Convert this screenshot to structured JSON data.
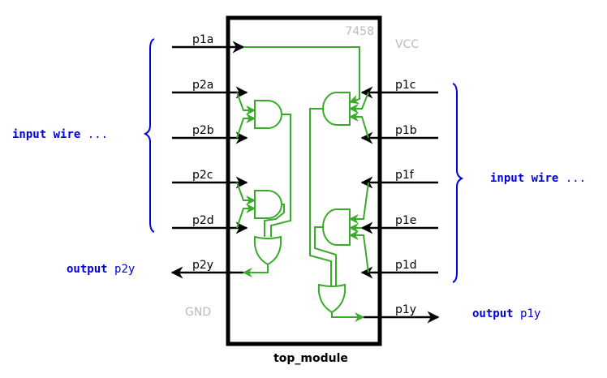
{
  "module": {
    "name": "top_module",
    "chip": "7458",
    "vcc": "VCC",
    "gnd": "GND"
  },
  "left_pins": [
    {
      "label": "p1a",
      "dir": "in"
    },
    {
      "label": "p2a",
      "dir": "in"
    },
    {
      "label": "p2b",
      "dir": "in"
    },
    {
      "label": "p2c",
      "dir": "in"
    },
    {
      "label": "p2d",
      "dir": "in"
    },
    {
      "label": "p2y",
      "dir": "out"
    }
  ],
  "right_pins": [
    {
      "label": "p1c",
      "dir": "in"
    },
    {
      "label": "p1b",
      "dir": "in"
    },
    {
      "label": "p1f",
      "dir": "in"
    },
    {
      "label": "p1e",
      "dir": "in"
    },
    {
      "label": "p1d",
      "dir": "in"
    },
    {
      "label": "p1y",
      "dir": "out"
    }
  ],
  "annotations": {
    "left_input": {
      "keyword": "input",
      "type": "wire",
      "rest": "..."
    },
    "right_input": {
      "keyword": "input",
      "type": "wire",
      "rest": "..."
    },
    "left_output": {
      "keyword": "output",
      "name": "p2y"
    },
    "right_output": {
      "keyword": "output",
      "name": "p1y"
    }
  },
  "gates": [
    {
      "id": "and-p2ab",
      "type": "AND",
      "inputs": [
        "p2a",
        "p2b"
      ]
    },
    {
      "id": "and-p2cd",
      "type": "AND",
      "inputs": [
        "p2c",
        "p2d"
      ]
    },
    {
      "id": "or-p2y",
      "type": "OR",
      "inputs": [
        "and-p2ab",
        "and-p2cd"
      ],
      "output": "p2y"
    },
    {
      "id": "and-p1abc",
      "type": "AND",
      "inputs": [
        "p1a",
        "p1b",
        "p1c"
      ]
    },
    {
      "id": "and-p1def",
      "type": "AND",
      "inputs": [
        "p1d",
        "p1e",
        "p1f"
      ]
    },
    {
      "id": "or-p1y",
      "type": "OR",
      "inputs": [
        "and-p1abc",
        "and-p1def"
      ],
      "output": "p1y"
    }
  ],
  "colors": {
    "gate": "#3aaa2a",
    "annotation": "#0000dd",
    "muted": "#bbbbbb",
    "wire": "#000000"
  }
}
